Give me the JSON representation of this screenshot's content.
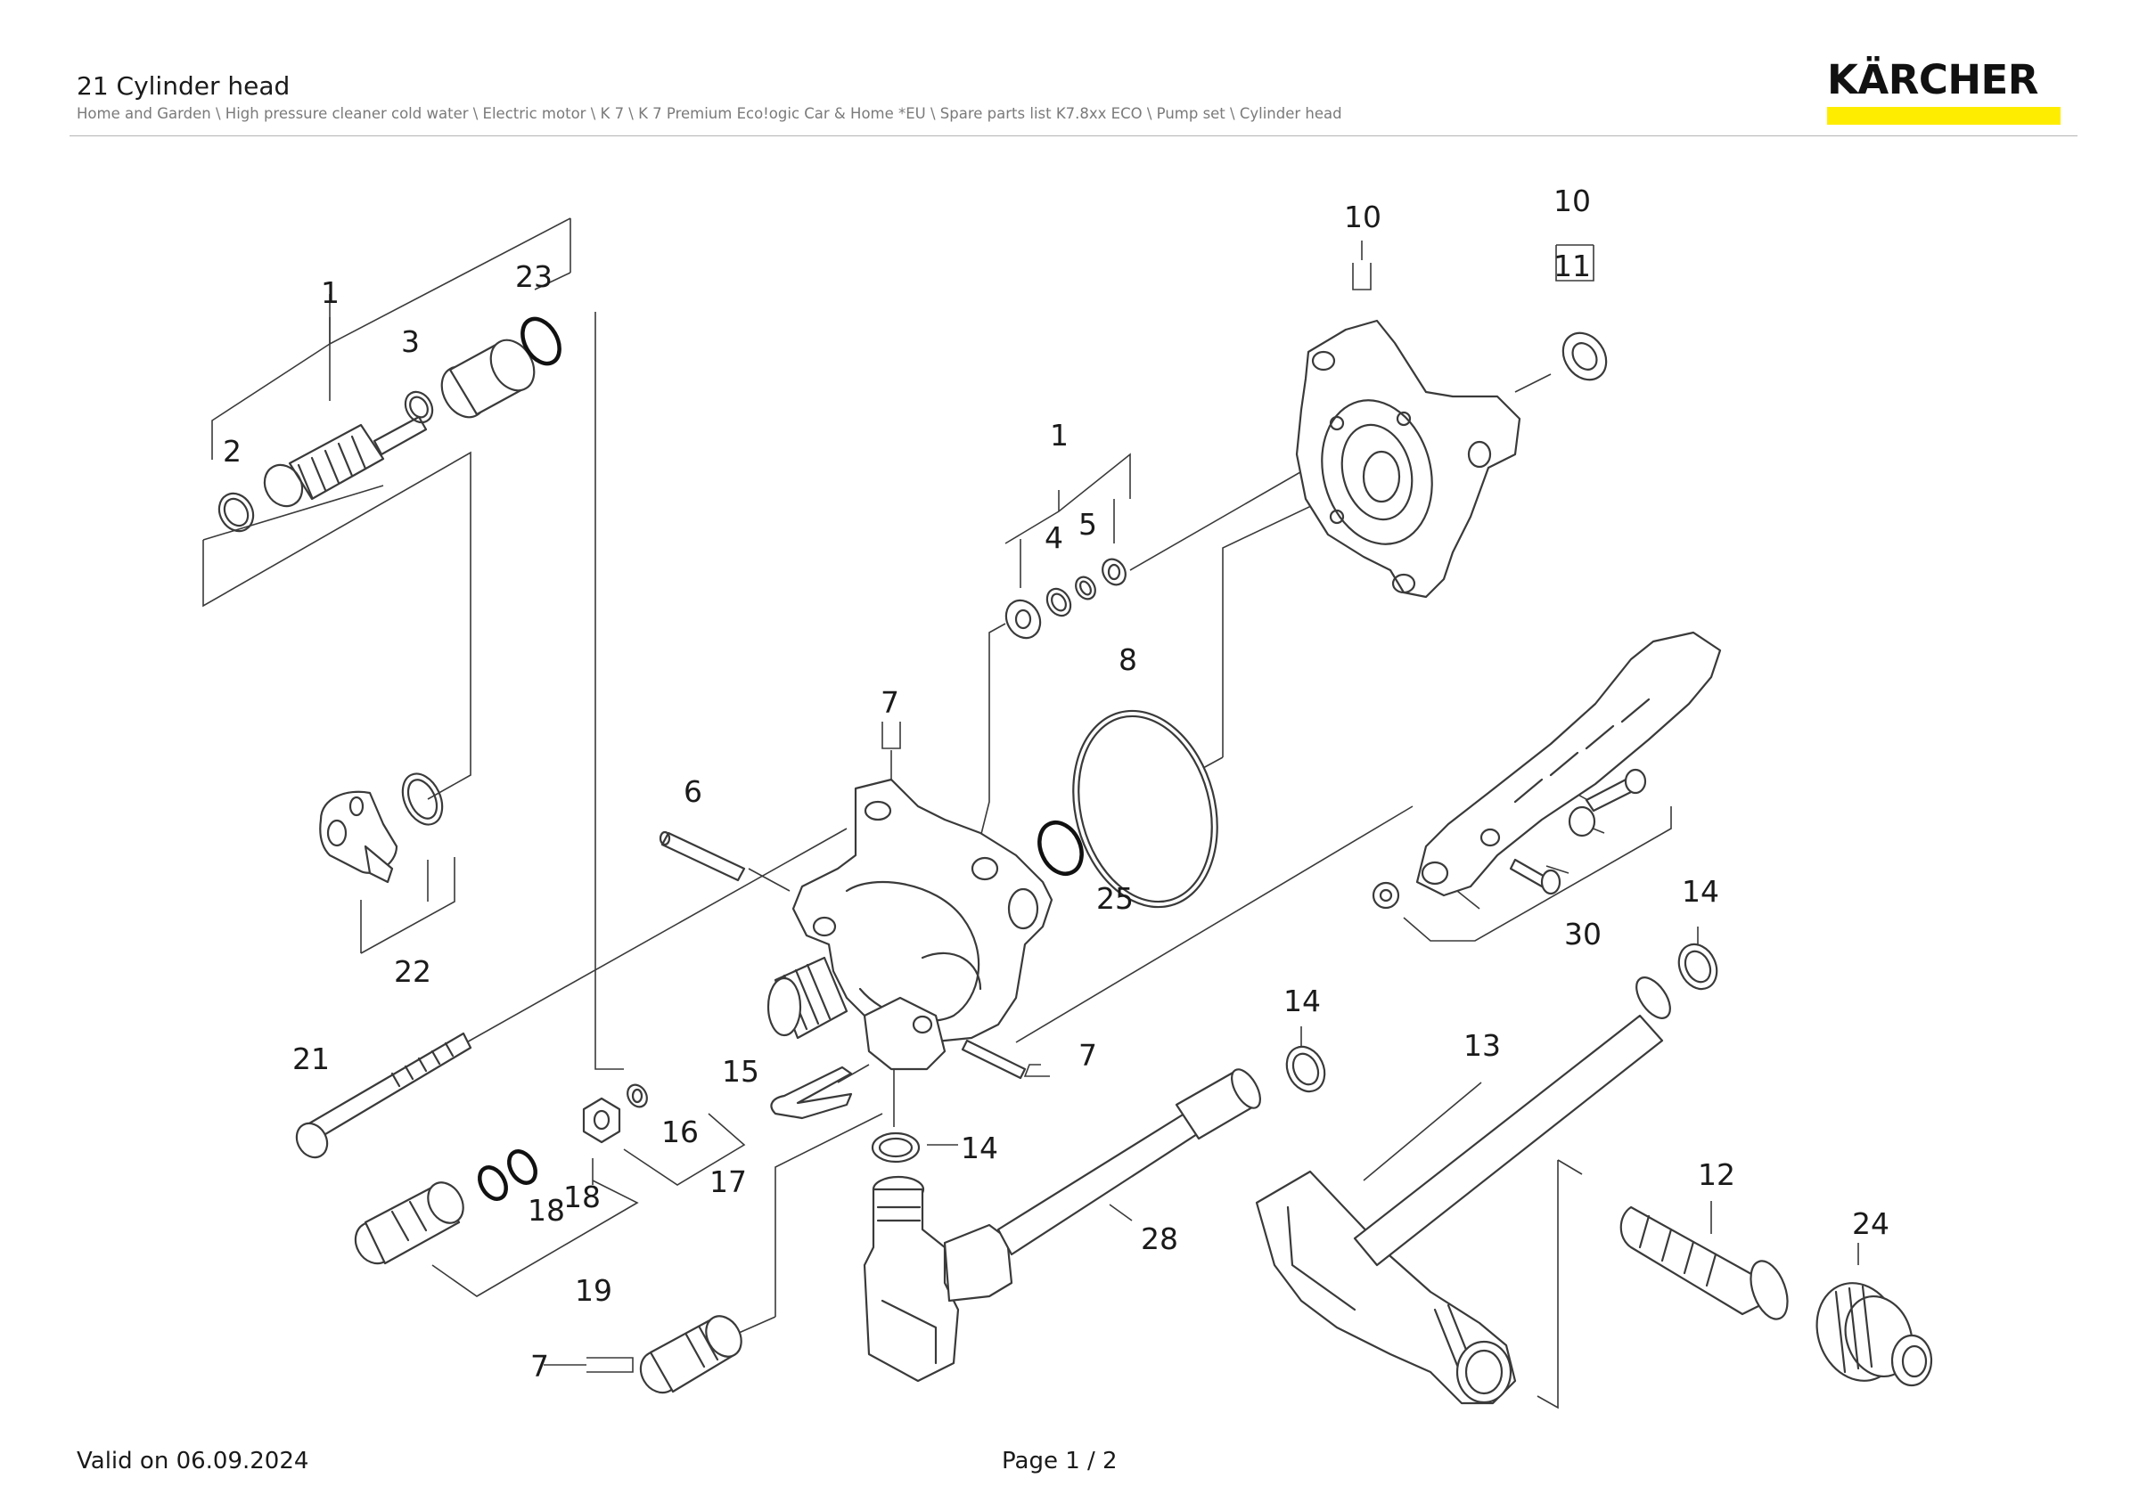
{
  "header": {
    "title": "21 Cylinder head",
    "breadcrumb": "Home and Garden \\ High pressure cleaner cold water \\ Electric motor \\ K 7 \\ K 7 Premium Eco!ogic Car & Home *EU \\ Spare parts list K7.8xx ECO \\ Pump set \\ Cylinder head",
    "logo_text": "KÄRCHER",
    "logo_bar_color": "#ffed00"
  },
  "callouts": {
    "c1a": "1",
    "c23": "23",
    "c3": "3",
    "c2": "2",
    "c22": "22",
    "c21": "21",
    "c16": "16",
    "c17": "17",
    "c18a": "18",
    "c18b": "18",
    "c19": "19",
    "c15": "15",
    "c14a": "14",
    "c7a": "7",
    "c7b": "7",
    "c7c": "7",
    "c6": "6",
    "c1b": "1",
    "c4": "4",
    "c5": "5",
    "c8": "8",
    "c25": "25",
    "c10a": "10",
    "c10b": "10",
    "c11": "11",
    "c30": "30",
    "c14b": "14",
    "c14c": "14",
    "c13": "13",
    "c28": "28",
    "c12": "12",
    "c24": "24"
  },
  "footer": {
    "valid_on": "Valid on 06.09.2024",
    "page": "Page 1 / 2"
  }
}
